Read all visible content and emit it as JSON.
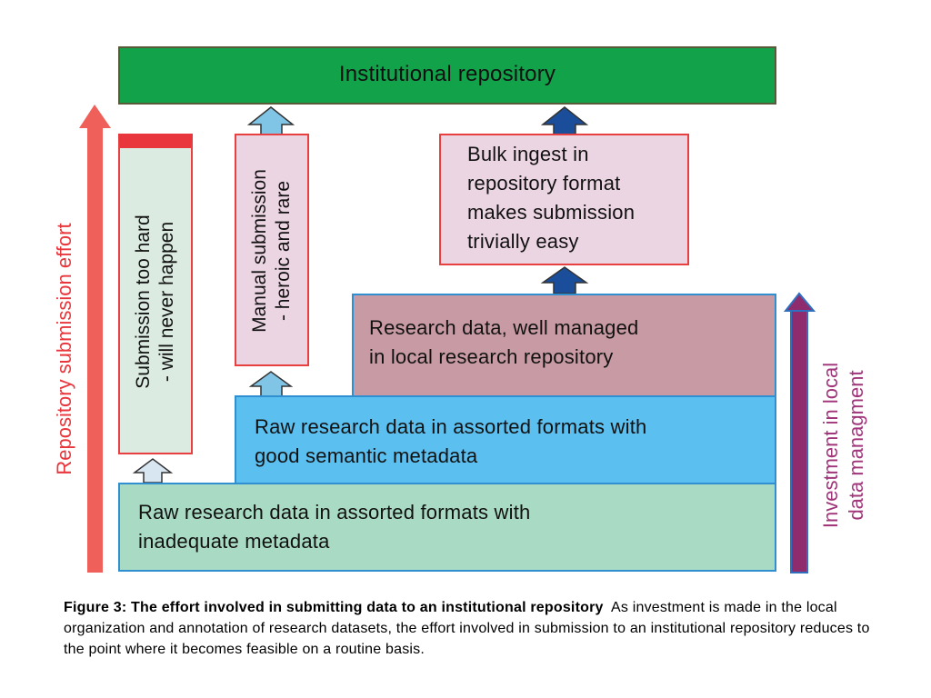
{
  "diagram": {
    "repository": "Institutional repository",
    "too_hard": [
      "Submission too hard",
      "- will never happen"
    ],
    "manual": [
      "Manual submission",
      "- heroic and rare"
    ],
    "bulk": [
      "Bulk ingest in",
      "repository format",
      "makes submission",
      "trivially easy"
    ],
    "research_managed": [
      "Research data, well managed",
      "in local research repository"
    ],
    "raw_good": [
      "Raw research data  in assorted formats with",
      "good semantic metadata"
    ],
    "raw_inadequate": [
      "Raw research data  in assorted formats with",
      "inadequate metadata"
    ],
    "left_axis": "Repository submission effort",
    "right_axis": [
      "Investment in local",
      "data managment"
    ]
  },
  "caption": {
    "bold": "Figure 3: The effort involved in submitting data to an institutional repository",
    "body": "As investment is made in the local organization and annotation of research datasets, the effort involved in submission to an institutional repository reduces to the point where it becomes feasible on  a routine basis."
  },
  "colors": {
    "repository_green": "#12a24a",
    "inadequate_green": "#a9dbc4",
    "good_blue": "#5bbff0",
    "managed_mauve": "#c89ba4",
    "bulk_pink": "#ecd5e2",
    "red_arrow": "#f0605a",
    "purple_arrow": "#a0357a"
  }
}
